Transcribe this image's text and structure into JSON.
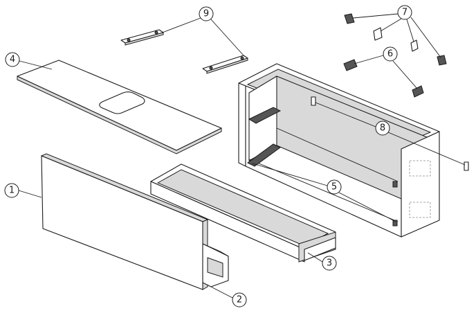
{
  "diagram": {
    "type": "exploded-assembly",
    "callouts": [
      {
        "id": "1",
        "part": "front-panel"
      },
      {
        "id": "2",
        "part": "inner-drawer"
      },
      {
        "id": "3",
        "part": "drawer-box"
      },
      {
        "id": "4",
        "part": "countertop"
      },
      {
        "id": "5",
        "part": "drawer-slides"
      },
      {
        "id": "6",
        "part": "hinge-clips"
      },
      {
        "id": "7",
        "part": "wall-brackets"
      },
      {
        "id": "8",
        "part": "hanging-fittings"
      },
      {
        "id": "9",
        "part": "mounting-rails"
      }
    ],
    "colors": {
      "line": "#1a1a1a",
      "fill": "#ffffff",
      "shade": "#d9d9d9"
    }
  }
}
